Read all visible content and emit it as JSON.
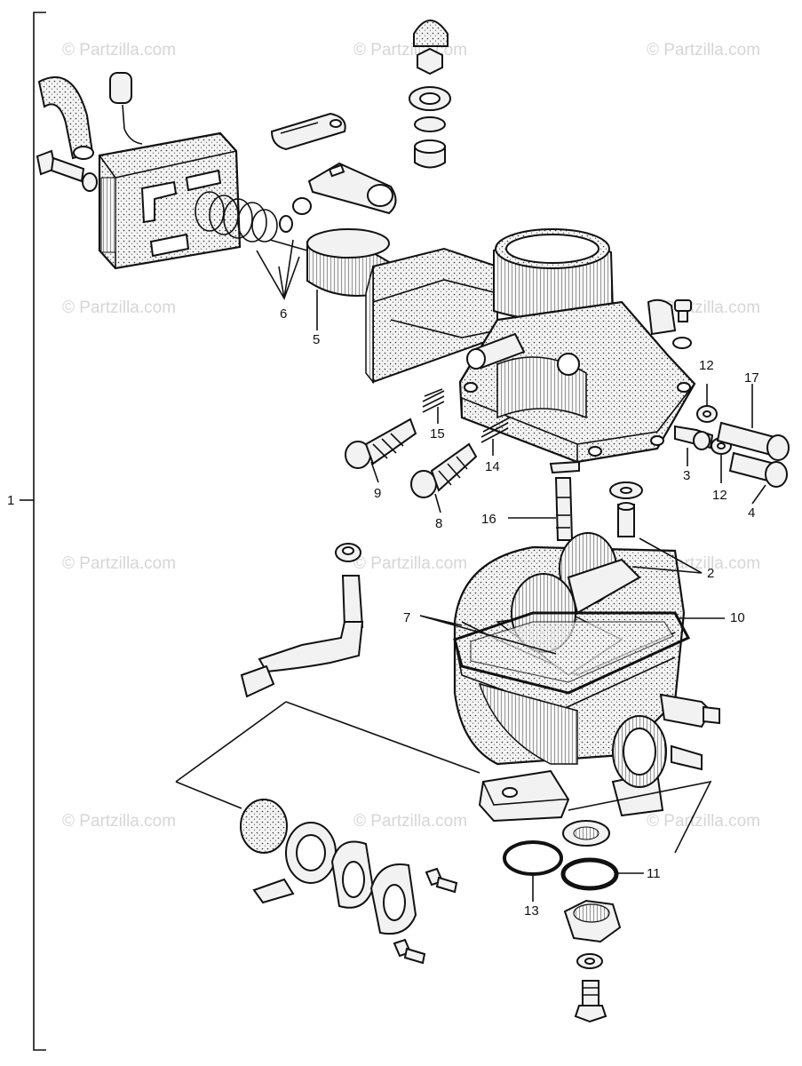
{
  "watermark": "© Partzilla.com",
  "callouts": {
    "c1": "1",
    "c2": "2",
    "c3": "3",
    "c4": "4",
    "c5": "5",
    "c6": "6",
    "c7": "7",
    "c8": "8",
    "c9": "9",
    "c10": "10",
    "c11": "11",
    "c12a": "12",
    "c12b": "12",
    "c13": "13",
    "c14": "14",
    "c15": "15",
    "c16": "16",
    "c17": "17"
  }
}
